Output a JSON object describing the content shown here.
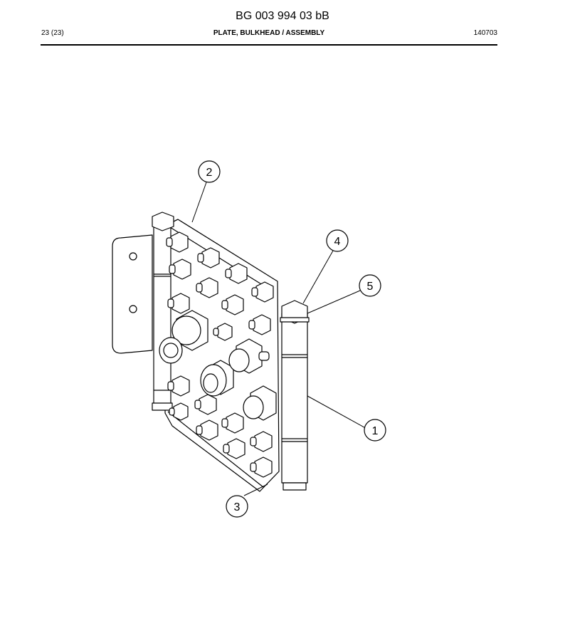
{
  "header": {
    "title": "BG 003 994 03 bB",
    "page": "23 (23)",
    "subtitle": "PLATE, BULKHEAD / ASSEMBLY",
    "code": "140703"
  },
  "drawing": {
    "callouts": [
      {
        "label": "1"
      },
      {
        "label": "2"
      },
      {
        "label": "3"
      },
      {
        "label": "4"
      },
      {
        "label": "5"
      }
    ]
  }
}
